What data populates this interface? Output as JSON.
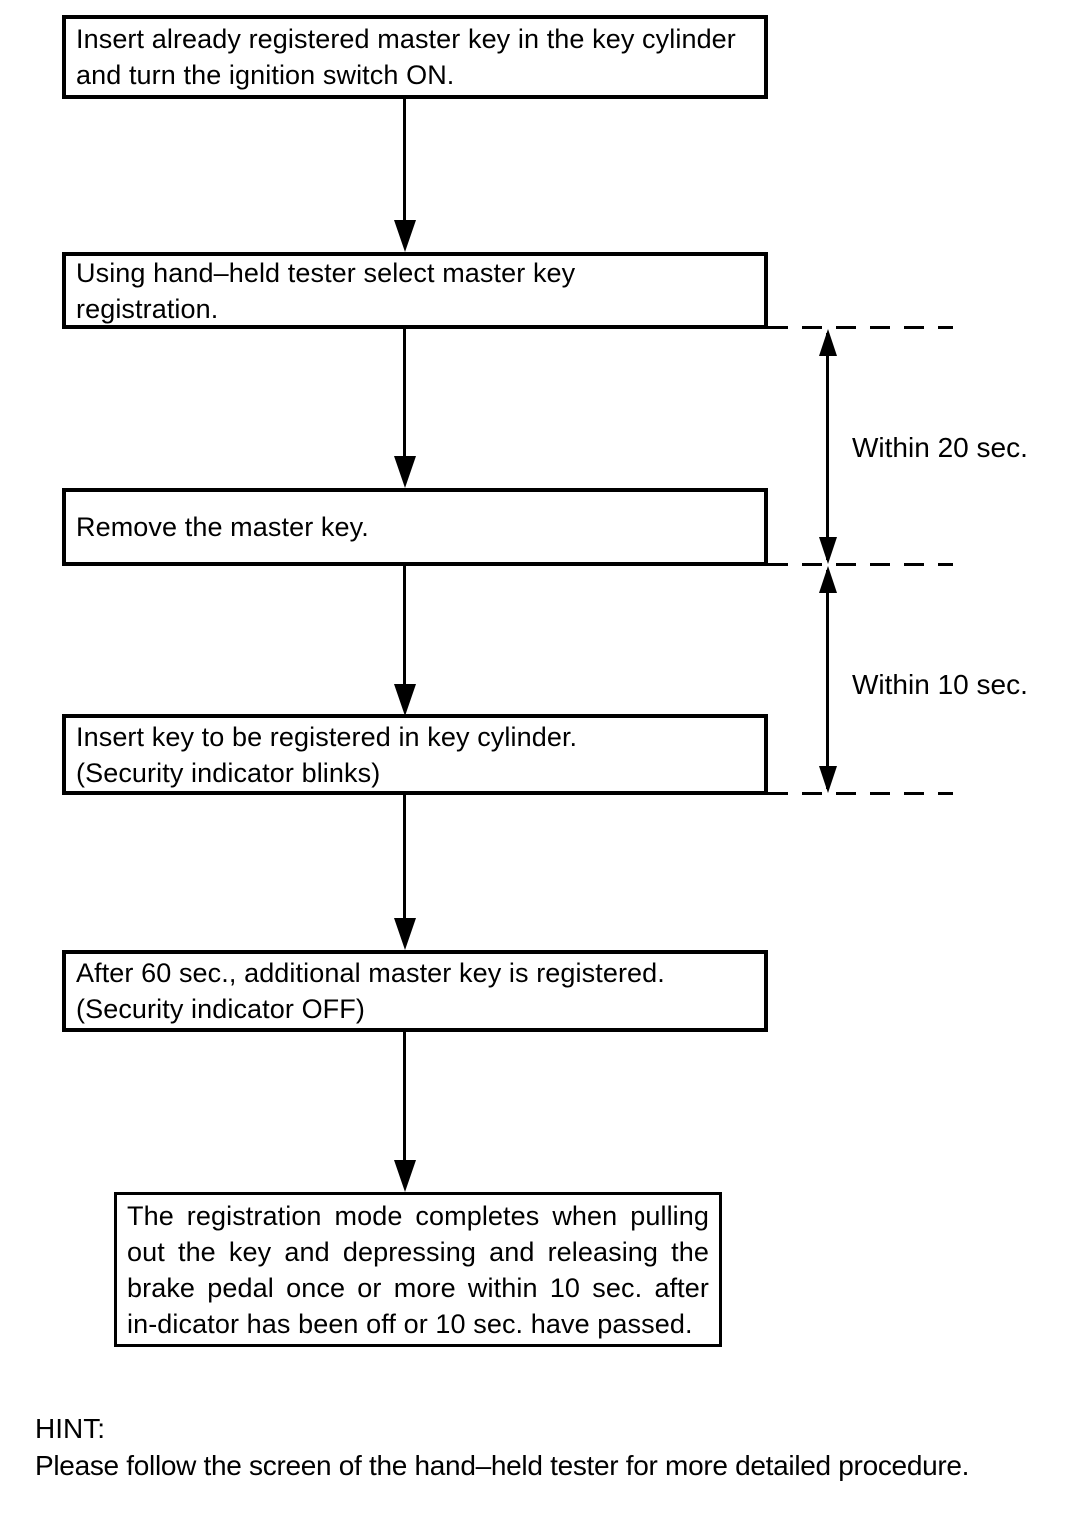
{
  "colors": {
    "ink": "#000000",
    "paper": "#ffffff"
  },
  "flowchart": {
    "steps": [
      {
        "text": "Insert already registered master key in the key cylinder\nand turn the ignition switch ON."
      },
      {
        "text": "Using hand–held tester select master key\nregistration."
      },
      {
        "text": "Remove the master key."
      },
      {
        "text": "Insert key to be registered in key cylinder.\n(Security indicator blinks)"
      },
      {
        "text": "After 60 sec., additional master key is registered.\n(Security indicator OFF)"
      },
      {
        "text": "The registration mode completes when pulling out the key and depressing and releasing the brake pedal once or more within 10 sec. after in-dicator has been off or 10 sec. have passed."
      }
    ],
    "timers": [
      {
        "label": "Within 20 sec."
      },
      {
        "label": "Within 10 sec."
      }
    ],
    "hint": {
      "title": "HINT:",
      "text": "Please follow the screen of the hand–held tester for more detailed procedure."
    }
  }
}
